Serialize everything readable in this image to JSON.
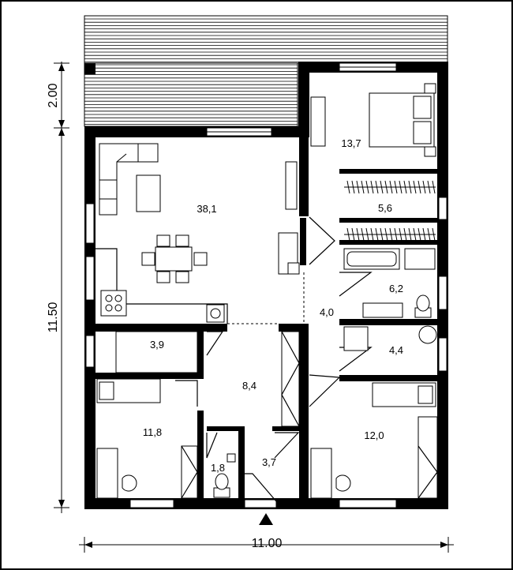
{
  "plan": {
    "rooms": [
      {
        "key": "living",
        "area": "38,1"
      },
      {
        "key": "bedroom_main",
        "area": "13,7"
      },
      {
        "key": "closet",
        "area": "5,6"
      },
      {
        "key": "bathroom",
        "area": "6,2"
      },
      {
        "key": "hall",
        "area": "4,0"
      },
      {
        "key": "shower",
        "area": "4,4"
      },
      {
        "key": "pantry",
        "area": "3,9"
      },
      {
        "key": "entry_hall",
        "area": "8,4"
      },
      {
        "key": "bedroom_left",
        "area": "11,8"
      },
      {
        "key": "wc",
        "area": "1,8"
      },
      {
        "key": "vestibule",
        "area": "3,7"
      },
      {
        "key": "bedroom_right",
        "area": "12,0"
      }
    ],
    "dimensions": {
      "width": "11.00",
      "height": "11.50",
      "terrace": "2.00"
    }
  },
  "colors": {
    "line": "#000000",
    "background": "#ffffff"
  }
}
